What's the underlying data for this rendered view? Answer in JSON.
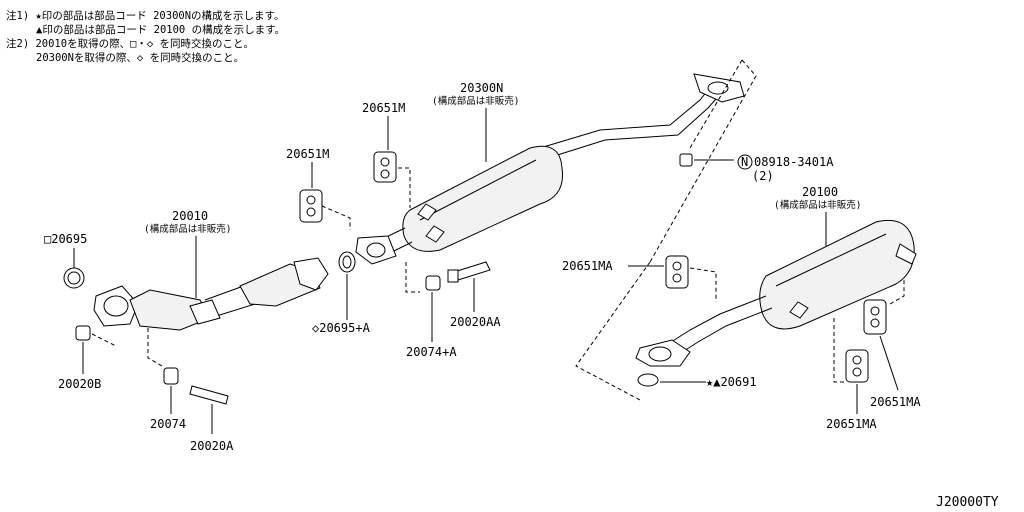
{
  "notes": {
    "line1": "注1) ★印の部品は部品コード 20300Nの構成を示します。",
    "line2": "▲印の部品は部品コード 20100 の構成を示します。",
    "line3": "注2) 20010を取得の際、□・◇ を同時交換のこと。",
    "line4": "20300Nを取得の際、◇ を同時交換のこと。"
  },
  "parts": {
    "p20300N": "20300N",
    "p20300N_sub": "(構成部品は非販売)",
    "p20651M_a": "20651M",
    "p20651M_b": "20651M",
    "p20010": "20010",
    "p20010_sub": "(構成部品は非販売)",
    "p20695": "□20695",
    "p20695A": "◇20695+A",
    "p20074A": "20074+A",
    "p20020AA": "20020AA",
    "p20020B": "20020B",
    "p20074": "20074",
    "p20020A": "20020A",
    "p08918": "08918-3401A",
    "p08918_n": "N",
    "p08918_qty": "(2)",
    "p20100": "20100",
    "p20100_sub": "(構成部品は非販売)",
    "p20651MA_a": "20651MA",
    "p20651MA_b": "20651MA",
    "p20651MA_c": "20651MA",
    "p20691": "★▲20691"
  },
  "diagram_code": "J20000TY"
}
